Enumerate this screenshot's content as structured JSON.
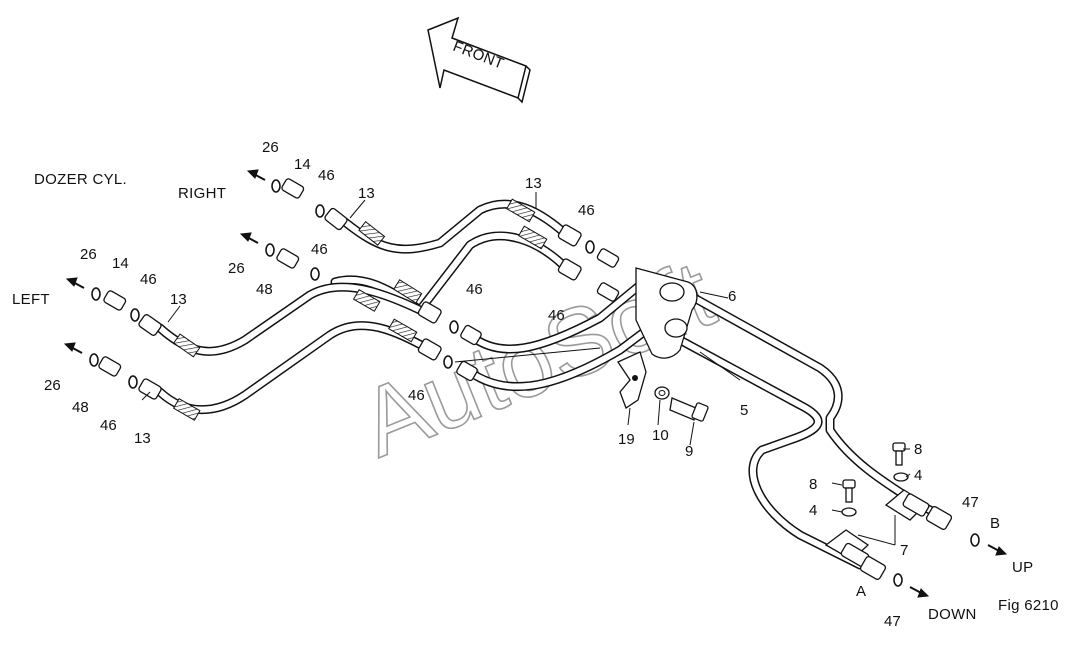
{
  "figure": {
    "number_label": "Fig 6210"
  },
  "watermark": {
    "text": "AutoSoft"
  },
  "arrow": {
    "label": "FRONT"
  },
  "texts": {
    "dozer": "DOZER CYL.",
    "right": "RIGHT",
    "left": "LEFT",
    "up": "UP",
    "down": "DOWN",
    "a": "A",
    "b": "B"
  },
  "callouts": {
    "c26_right": "26",
    "c14_right": "14",
    "c46_right": "46",
    "c13_right": "13",
    "c46_right2": "46",
    "c26_right2": "26",
    "c48_right2": "48",
    "c13_top": "13",
    "c46_top": "46",
    "c6": "6",
    "c26_left": "26",
    "c14_left": "14",
    "c46_left": "46",
    "c13_left": "13",
    "c46_mid": "46",
    "c46_mid2": "46",
    "c46_low": "46",
    "c26_left2": "26",
    "c48_left2": "48",
    "c46_left2": "46",
    "c13_left2": "13",
    "c5": "5",
    "c19": "19",
    "c10": "10",
    "c9": "9",
    "c8_a": "8",
    "c4_a": "4",
    "c8_b": "8",
    "c4_b": "4",
    "c7": "7",
    "c47_b": "47",
    "c47_a": "47"
  }
}
